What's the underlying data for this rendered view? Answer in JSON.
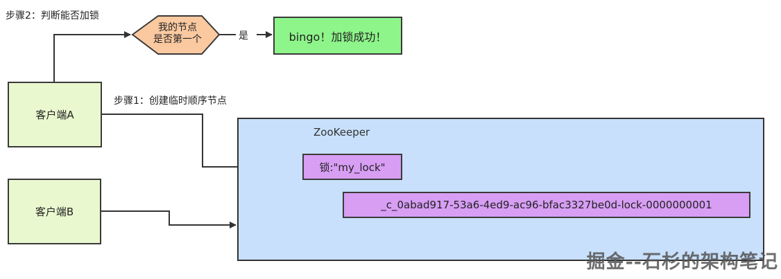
{
  "steps": {
    "step2": "步骤2：判断能否加锁",
    "step1": "步骤1：创建临时顺序节点",
    "yes": "是"
  },
  "decision": {
    "line1": "我的节点",
    "line2": "是否第一个"
  },
  "success_box": "bingo！加锁成功！",
  "clients": {
    "a": "客户端A",
    "b": "客户端B"
  },
  "zookeeper": {
    "title": "ZooKeeper",
    "lock_node": "锁:\"my_lock\"",
    "seq_node": "_c_0abad917-53a6-4ed9-ac96-bfac3327be0d-lock-0000000001"
  },
  "watermark": "掘金--石杉的架构笔记",
  "colors": {
    "client_fill": "#eaf8cf",
    "zookeeper_fill": "#c8e0fb",
    "lock_fill": "#d79ef4",
    "success_fill": "#8ef58a",
    "decision_fill": "#fbc9a0"
  }
}
